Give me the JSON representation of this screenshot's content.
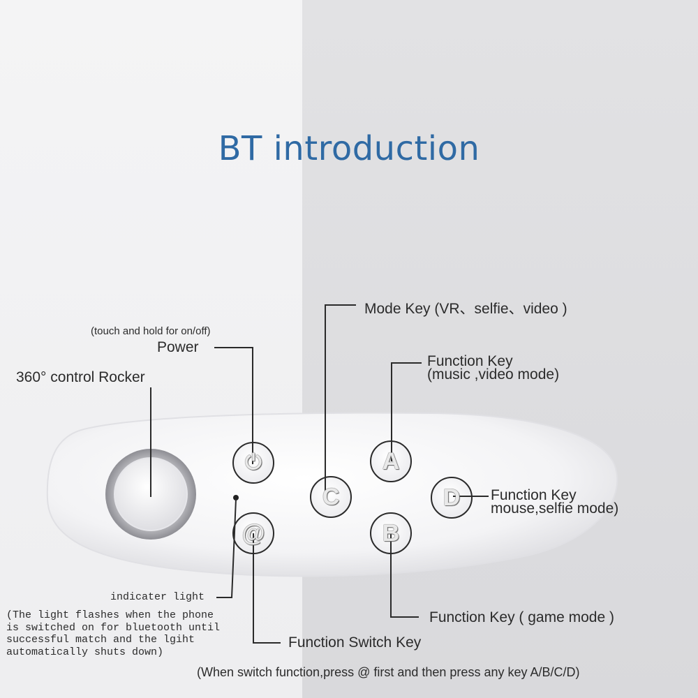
{
  "title": "BT introduction",
  "labels": {
    "mode_key": "Mode Key (VR、selfie、video )",
    "power_note": "(touch and hold for on/off)",
    "power": "Power",
    "rocker": "360° control Rocker",
    "func_a_line1": "Function Key",
    "func_a_line2": "(music ,video mode)",
    "func_d_line1": "Function Key",
    "func_d_line2": "mouse,selfie mode)",
    "indicator": "indicater light",
    "indicator_note": "(The light flashes when the phone\nis switched on for bluetooth until\nsuccessful match and the lgiht\nautomatically shuts down)",
    "func_b": "Function Key ( game mode )",
    "func_switch": "Function Switch Key",
    "footer": "(When switch function,press @ first and then press any key A/B/C/D)"
  },
  "keys": {
    "power_symbol": "⏻",
    "at": "@",
    "c": "C",
    "a": "A",
    "b": "B",
    "d": "D"
  },
  "colors": {
    "title": "#2f6aa4",
    "line": "#2a2a2a",
    "device": "#f7f7f8"
  }
}
